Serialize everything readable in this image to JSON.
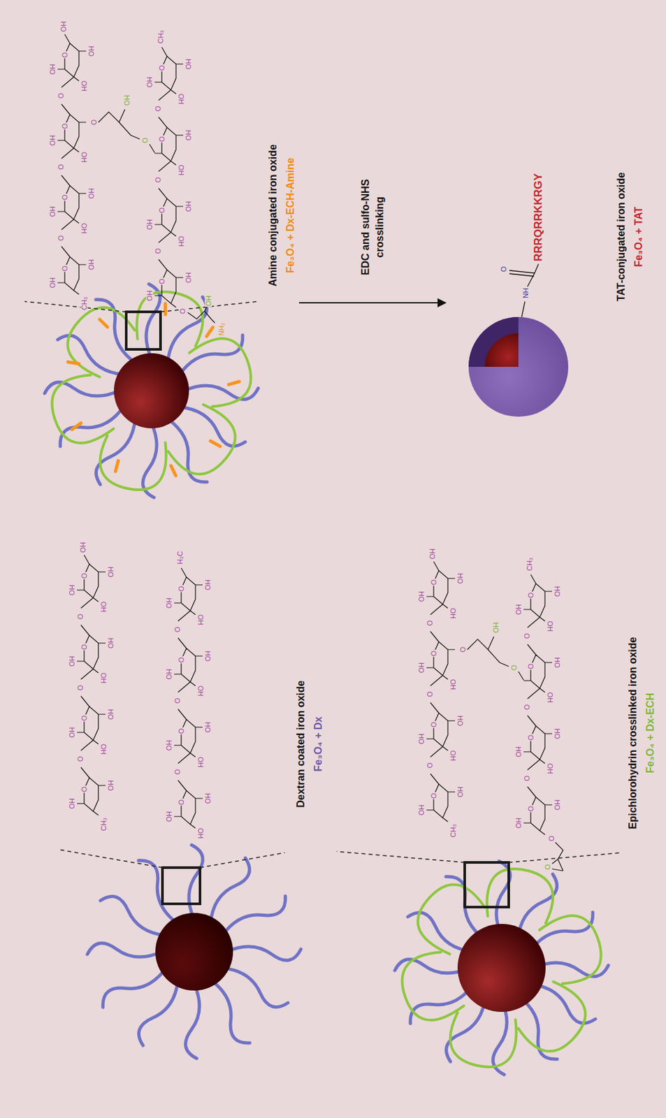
{
  "diagram": {
    "nodes": [
      {
        "text": [
          "Dextran coated iron oxide",
          "Fe₃O₄ + Dx"
        ]
      },
      {
        "text": [
          "Epichlorohydrin crosslinked iron oxide",
          "Fe₃O₄ + Dx-ECH"
        ]
      },
      {
        "text": [
          "Amine conjugated iron oxide",
          "Fe₃O₄ + Dx-ECH-Amine"
        ]
      },
      {
        "text": [
          "TAT-conjugated iron oxide",
          "Fe₃O₄ + TAT"
        ]
      }
    ],
    "edges": [
      {
        "from": 2,
        "to": 3,
        "arrow": "to",
        "label": "EDC and sulfo-NHS crosslinking"
      }
    ],
    "labels": [
      "O",
      "OH",
      "CH₃",
      "OH",
      "O",
      "O",
      "OH",
      "HO",
      "OH",
      "O",
      "O",
      "OH",
      "HO",
      "OH",
      "O",
      "O",
      "OH",
      "HO",
      "OH",
      "OH",
      "O",
      "OH",
      "HO",
      "OH",
      "O",
      "O",
      "OH",
      "HO",
      "OH",
      "O",
      "O",
      "OH",
      "HO",
      "OH",
      "O",
      "O",
      "OH",
      "HO",
      "OH",
      "H₃C",
      "O",
      "OH",
      "CH₃",
      "OH",
      "O",
      "O",
      "OH",
      "HO",
      "OH",
      "O",
      "O",
      "OH",
      "HO",
      "O",
      "O",
      "OH",
      "HO",
      "OH",
      "OH",
      "O",
      "OH",
      "OH",
      "O",
      "O",
      "OH",
      "HO",
      "OH",
      "O",
      "O",
      "HO",
      "OH",
      "O",
      "O",
      "OH",
      "HO",
      "OH",
      "CH₃",
      "O",
      "OH",
      "O",
      "O",
      "O",
      "O",
      "OH",
      "CH₃",
      "OH",
      "O",
      "O",
      "OH",
      "HO",
      "OH",
      "O",
      "O",
      "OH",
      "HO",
      "O",
      "O",
      "OH",
      "HO",
      "OH",
      "OH",
      "O",
      "OH",
      "OH",
      "O",
      "O",
      "OH",
      "HO",
      "OH",
      "O",
      "O",
      "HO",
      "OH",
      "O",
      "O",
      "OH",
      "HO",
      "OH",
      "CH₃",
      "O",
      "OH",
      "O",
      "O",
      "OH",
      "NH₂",
      "NH",
      "O",
      "RRRQRRKKRGY"
    ]
  }
}
